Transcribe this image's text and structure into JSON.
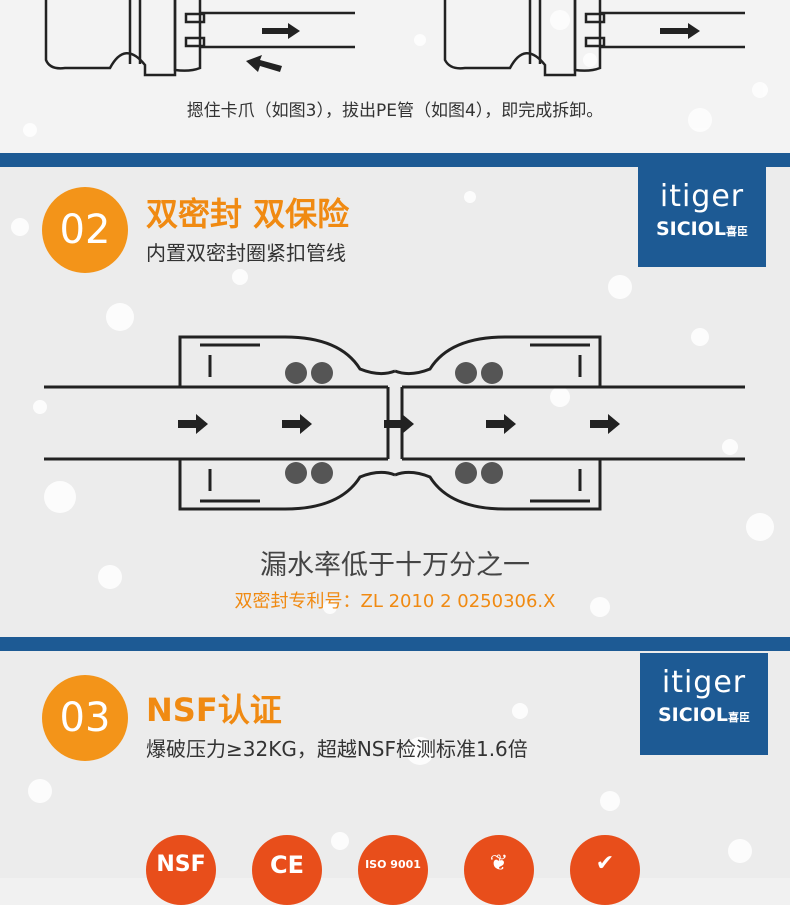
{
  "top": {
    "caption": "摁住卡爪（如图3），拔出PE管（如图4），即完成拆卸。"
  },
  "section2": {
    "number": "02",
    "title": "双密封 双保险",
    "subtitle": "内置双密封圈紧扣管线",
    "logo": {
      "line1": "itiger",
      "line2": "SICIOL",
      "line2_small": "喜臣"
    },
    "caption": "漏水率低于十万分之一",
    "patent": "双密封专利号：ZL 2010 2 0250306.X"
  },
  "section3": {
    "number": "03",
    "title": "NSF认证",
    "subtitle": "爆破压力≥32KG，超越NSF检测标准1.6倍",
    "logo": {
      "line1": "itiger",
      "line2": "SICIOL",
      "line2_small": "喜臣"
    },
    "certs": [
      "NSF",
      "CE",
      "ISO 9001",
      "",
      ""
    ]
  },
  "colors": {
    "accent": "#f39419",
    "brand": "#1d5a94"
  }
}
